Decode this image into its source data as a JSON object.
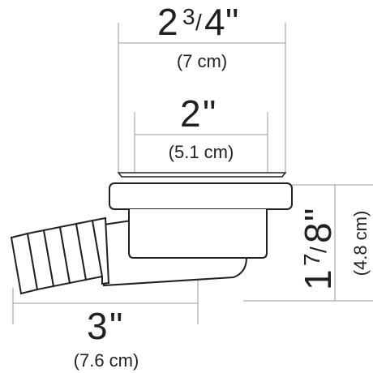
{
  "dimensions": {
    "overall_width": {
      "whole": "2",
      "numerator": "3",
      "slash": "/",
      "denominator": "4",
      "inch_mark": "\"",
      "metric": "(7 cm)"
    },
    "inner_width": {
      "whole": "2",
      "inch_mark": "\"",
      "metric": "(5.1 cm)"
    },
    "height": {
      "whole": "1",
      "numerator": "7",
      "slash": "/",
      "denominator": "8",
      "inch_mark": "\"",
      "metric": "(4.8 cm)"
    },
    "hose_length": {
      "whole": "3",
      "inch_mark": "\"",
      "metric": "(7.6 cm)"
    }
  }
}
